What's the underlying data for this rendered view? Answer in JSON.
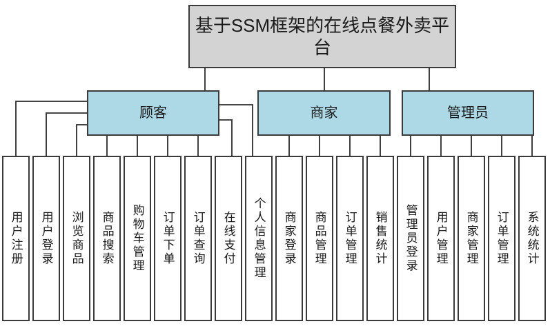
{
  "diagram": {
    "title": "基于SSM框架的在线点餐外卖平台",
    "groups": [
      {
        "id": "customer",
        "label": "顾客"
      },
      {
        "id": "merchant",
        "label": "商家"
      },
      {
        "id": "admin",
        "label": "管理员"
      }
    ],
    "leaves": [
      {
        "label": "用户注册",
        "parent": "顾客"
      },
      {
        "label": "用户登录",
        "parent": "顾客"
      },
      {
        "label": "浏览商品",
        "parent": "顾客"
      },
      {
        "label": "商品搜索",
        "parent": "顾客"
      },
      {
        "label": "购物车管理",
        "parent": "顾客"
      },
      {
        "label": "订单下单",
        "parent": "顾客"
      },
      {
        "label": "订单查询",
        "parent": "顾客"
      },
      {
        "label": "在线支付",
        "parent": "顾客"
      },
      {
        "label": "个人信息管理",
        "parent": "顾客"
      },
      {
        "label": "商家登录",
        "parent": "商家"
      },
      {
        "label": "商品管理",
        "parent": "商家"
      },
      {
        "label": "订单管理",
        "parent": "商家"
      },
      {
        "label": "销售统计",
        "parent": "商家"
      },
      {
        "label": "管理员登录",
        "parent": "管理员"
      },
      {
        "label": "用户管理",
        "parent": "管理员"
      },
      {
        "label": "商家管理",
        "parent": "管理员"
      },
      {
        "label": "订单管理",
        "parent": "管理员"
      },
      {
        "label": "系统统计",
        "parent": "管理员"
      }
    ],
    "colors": {
      "root_fill": "#d3d3d3",
      "group_fill": "#add8e6",
      "leaf_fill": "#ffffff",
      "border": "#3a3a3a",
      "line": "#2b2b2b"
    }
  }
}
